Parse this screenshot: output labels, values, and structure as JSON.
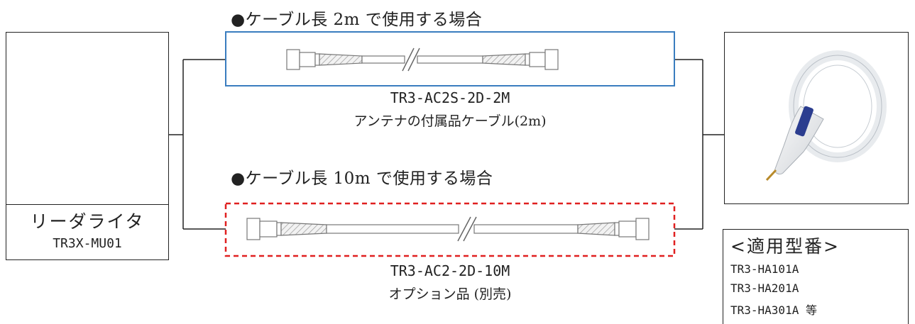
{
  "headings": {
    "case_2m": "●ケーブル長 2m で使用する場合",
    "case_10m": "●ケーブル長 10m で使用する場合"
  },
  "reader": {
    "name": "リーダライタ",
    "model": "TR3X-MU01"
  },
  "cable_2m": {
    "model": "TR3-AC2S-2D-2M",
    "description": "アンテナの付属品ケーブル(2m)",
    "frame_color": "#3a7dbf"
  },
  "cable_10m": {
    "model": "TR3-AC2-2D-10M",
    "description": "オプション品 (別売)",
    "frame_color": "#e02020"
  },
  "antenna": {
    "applicable_title": "<適用型番>",
    "applicable_models": [
      "TR3-HA101A",
      "TR3-HA201A",
      "TR3-HA301A 等"
    ]
  }
}
